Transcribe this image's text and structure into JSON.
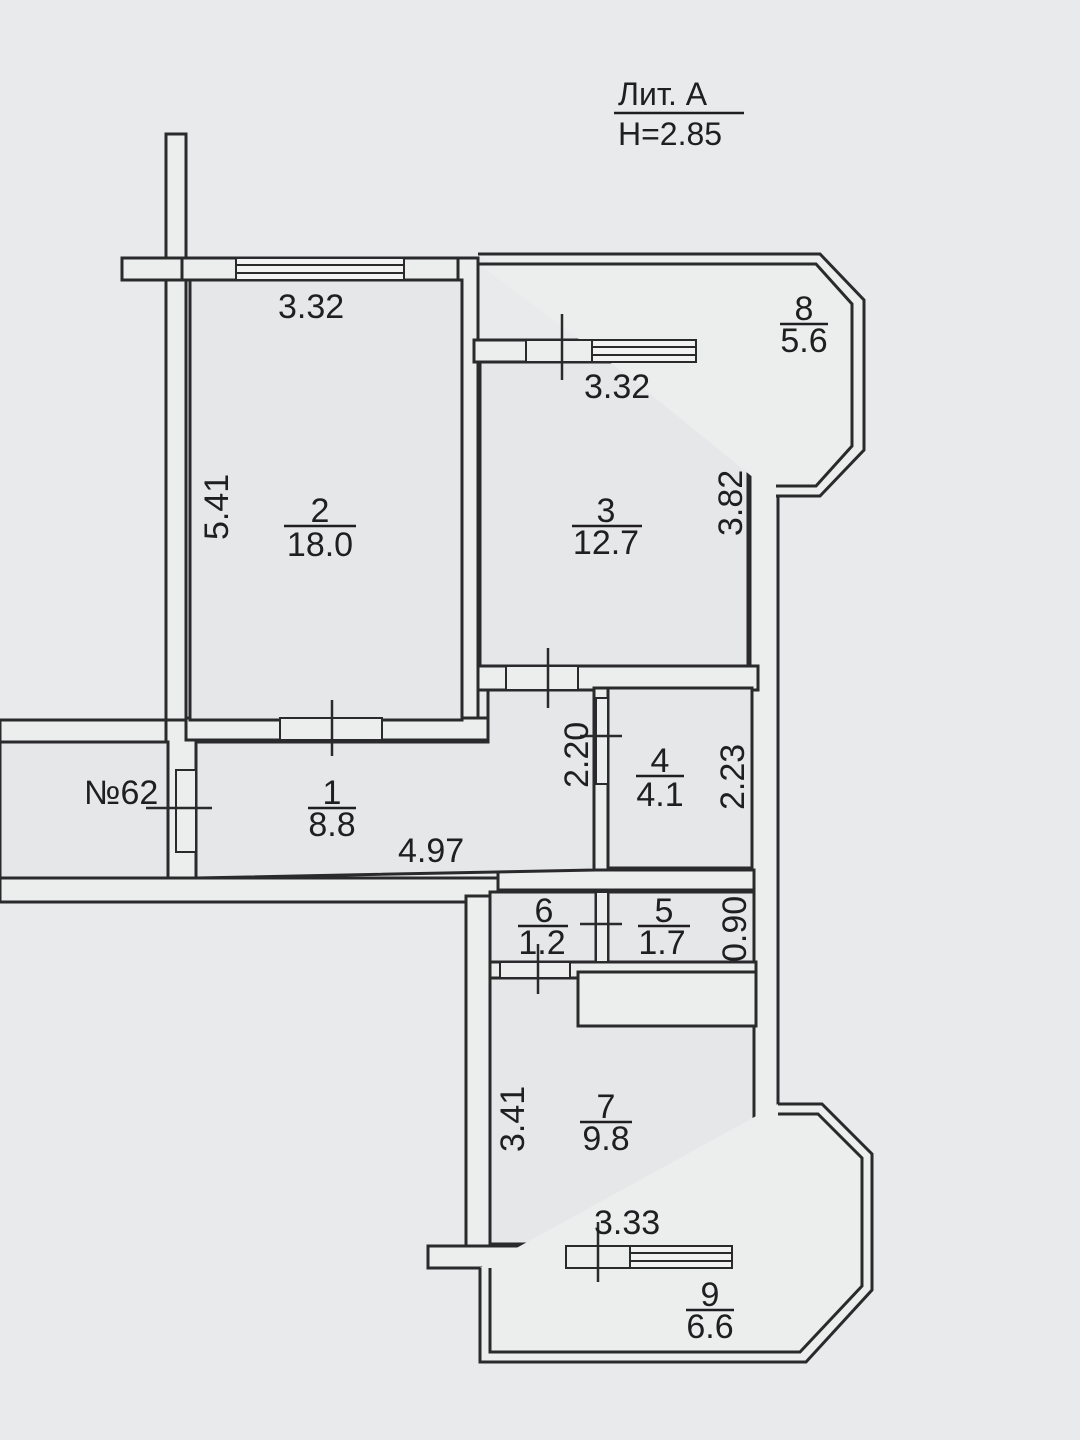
{
  "header": {
    "litera": "Лит. А",
    "height": "Н=2.85"
  },
  "neighbor": {
    "label": "№62"
  },
  "rooms": [
    {
      "number": "1",
      "area": "8.8"
    },
    {
      "number": "2",
      "area": "18.0"
    },
    {
      "number": "3",
      "area": "12.7"
    },
    {
      "number": "4",
      "area": "4.1"
    },
    {
      "number": "5",
      "area": "1.7"
    },
    {
      "number": "6",
      "area": "1.2"
    },
    {
      "number": "7",
      "area": "9.8"
    },
    {
      "number": "8",
      "area": "5.6"
    },
    {
      "number": "9",
      "area": "6.6"
    }
  ],
  "dimensions": {
    "room2_width": "3.32",
    "room2_depth": "5.41",
    "room3_width": "3.32",
    "room3_depth": "3.82",
    "corridor_length": "4.97",
    "corridor_width": "2.20",
    "room4_depth": "2.23",
    "room5_depth": "0.90",
    "room7_depth": "3.41",
    "room7_width": "3.33"
  }
}
